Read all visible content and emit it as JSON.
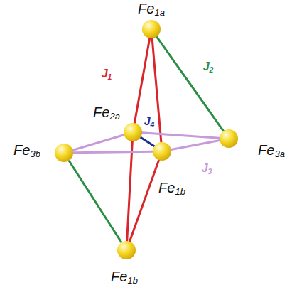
{
  "diagram": {
    "nodes": [
      {
        "text": [
          "Fe1a"
        ]
      },
      {
        "text": [
          "Fe2a"
        ]
      },
      {
        "text": [
          "Fe3b"
        ]
      },
      {
        "text": [
          "Fe3a"
        ]
      },
      {
        "text": [
          "Fe1b"
        ]
      },
      {
        "text": [
          "Fe1b"
        ]
      }
    ],
    "edges": [
      {
        "from": 0,
        "to": 1,
        "arrow": "none",
        "label": "J1"
      },
      {
        "from": 0,
        "to": 4,
        "arrow": "none"
      },
      {
        "from": 5,
        "to": 1,
        "arrow": "none"
      },
      {
        "from": 5,
        "to": 4,
        "arrow": "none"
      },
      {
        "from": 0,
        "to": 3,
        "arrow": "none",
        "label": "J2"
      },
      {
        "from": 2,
        "to": 5,
        "arrow": "none"
      },
      {
        "from": 2,
        "to": 1,
        "arrow": "none"
      },
      {
        "from": 2,
        "to": 4,
        "arrow": "none"
      },
      {
        "from": 1,
        "to": 3,
        "arrow": "none"
      },
      {
        "from": 4,
        "to": 3,
        "arrow": "none",
        "label": "J3"
      },
      {
        "from": 1,
        "to": 4,
        "arrow": "none",
        "label": "J4"
      }
    ]
  }
}
